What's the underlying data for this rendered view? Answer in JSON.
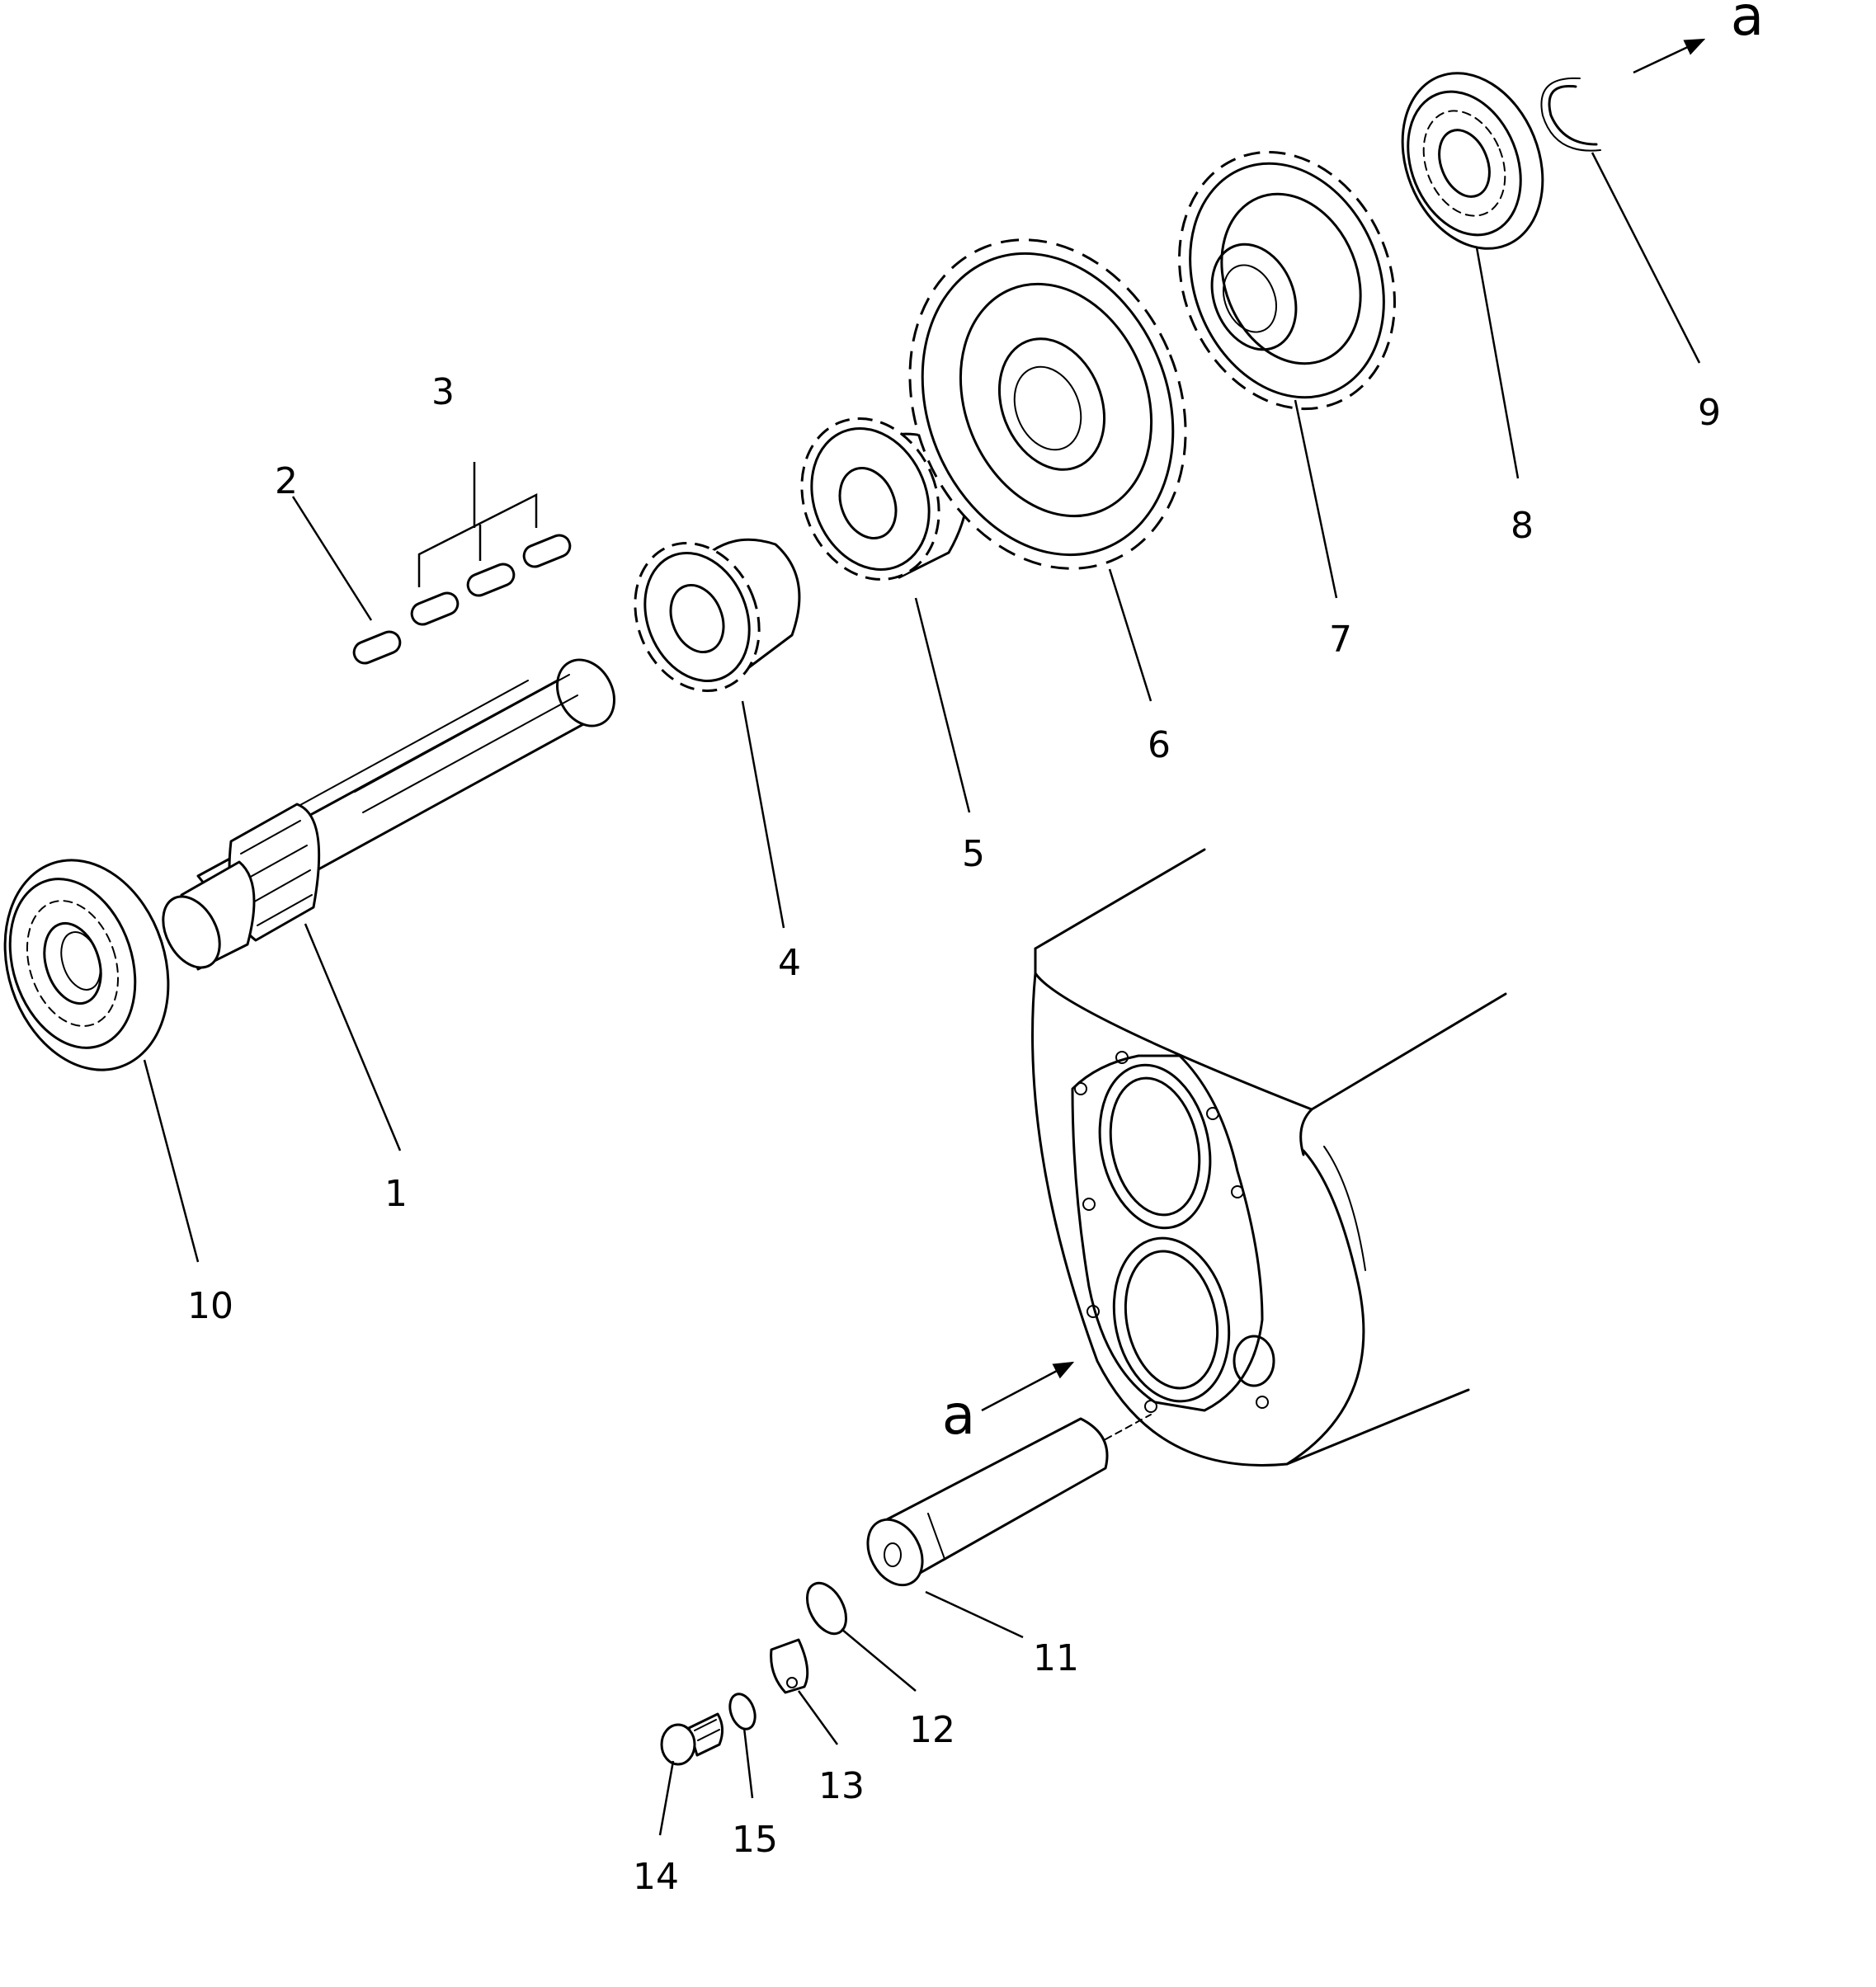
{
  "diagram": {
    "callouts": [
      "1",
      "2",
      "3",
      "4",
      "5",
      "6",
      "7",
      "8",
      "9",
      "10",
      "11",
      "12",
      "13",
      "14",
      "15"
    ],
    "view_markers": [
      "a",
      "a"
    ]
  }
}
